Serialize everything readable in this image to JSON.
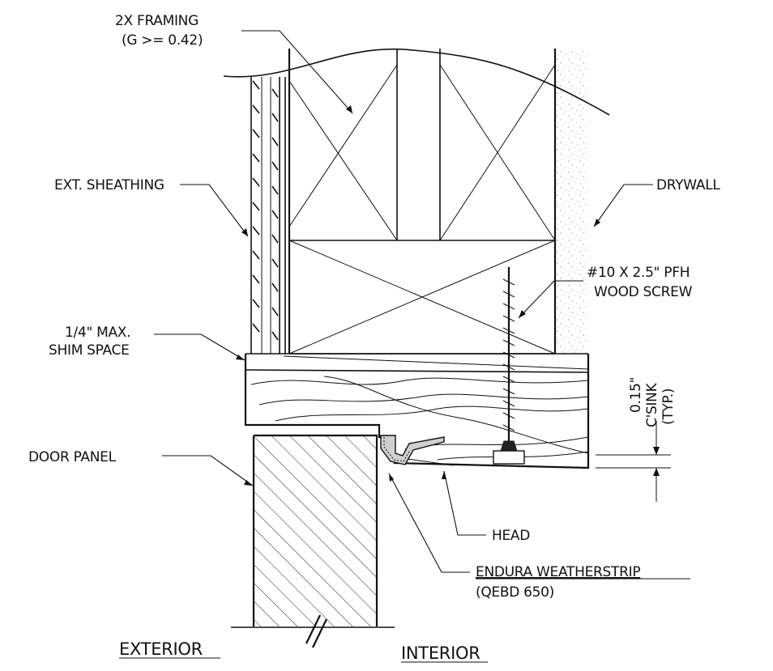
{
  "labels": {
    "framing_line1": "2X FRAMING",
    "framing_line2": "(G >= 0.42)",
    "ext_sheathing": "EXT. SHEATHING",
    "drywall": "DRYWALL",
    "screw_line1": "#10 X 2.5\" PFH",
    "screw_line2": "WOOD SCREW",
    "shim_line1": "1/4\" MAX.",
    "shim_line2": "SHIM SPACE",
    "csink_line1": "0.15\"",
    "csink_line2": "C'SINK",
    "csink_line3": "(TYP.)",
    "door_panel": "DOOR PANEL",
    "head": "HEAD",
    "weatherstrip_line1": "ENDURA WEATHERSTRIP",
    "weatherstrip_line2": "(QEBD 650)",
    "exterior": "EXTERIOR",
    "interior": "INTERIOR"
  }
}
